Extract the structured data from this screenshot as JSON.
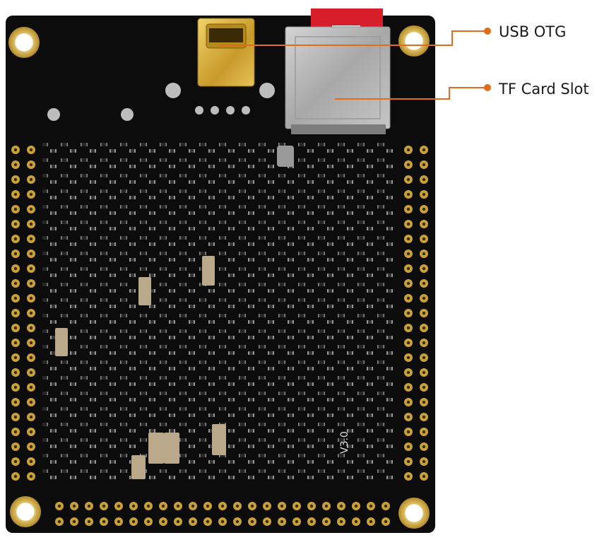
{
  "callouts": {
    "usb_otg": "USB OTG",
    "tf_card_slot": "TF Card Slot"
  },
  "board": {
    "version_silkscreen": "V3.0"
  },
  "colors": {
    "pcb": "#0c0c0c",
    "pad_gold": "#c9a13c",
    "callout_orange": "#e46a1c",
    "sd_card_red": "#d71f2b",
    "slot_metal": "#b9b9b9",
    "usb_gold": "#d8b23a"
  }
}
